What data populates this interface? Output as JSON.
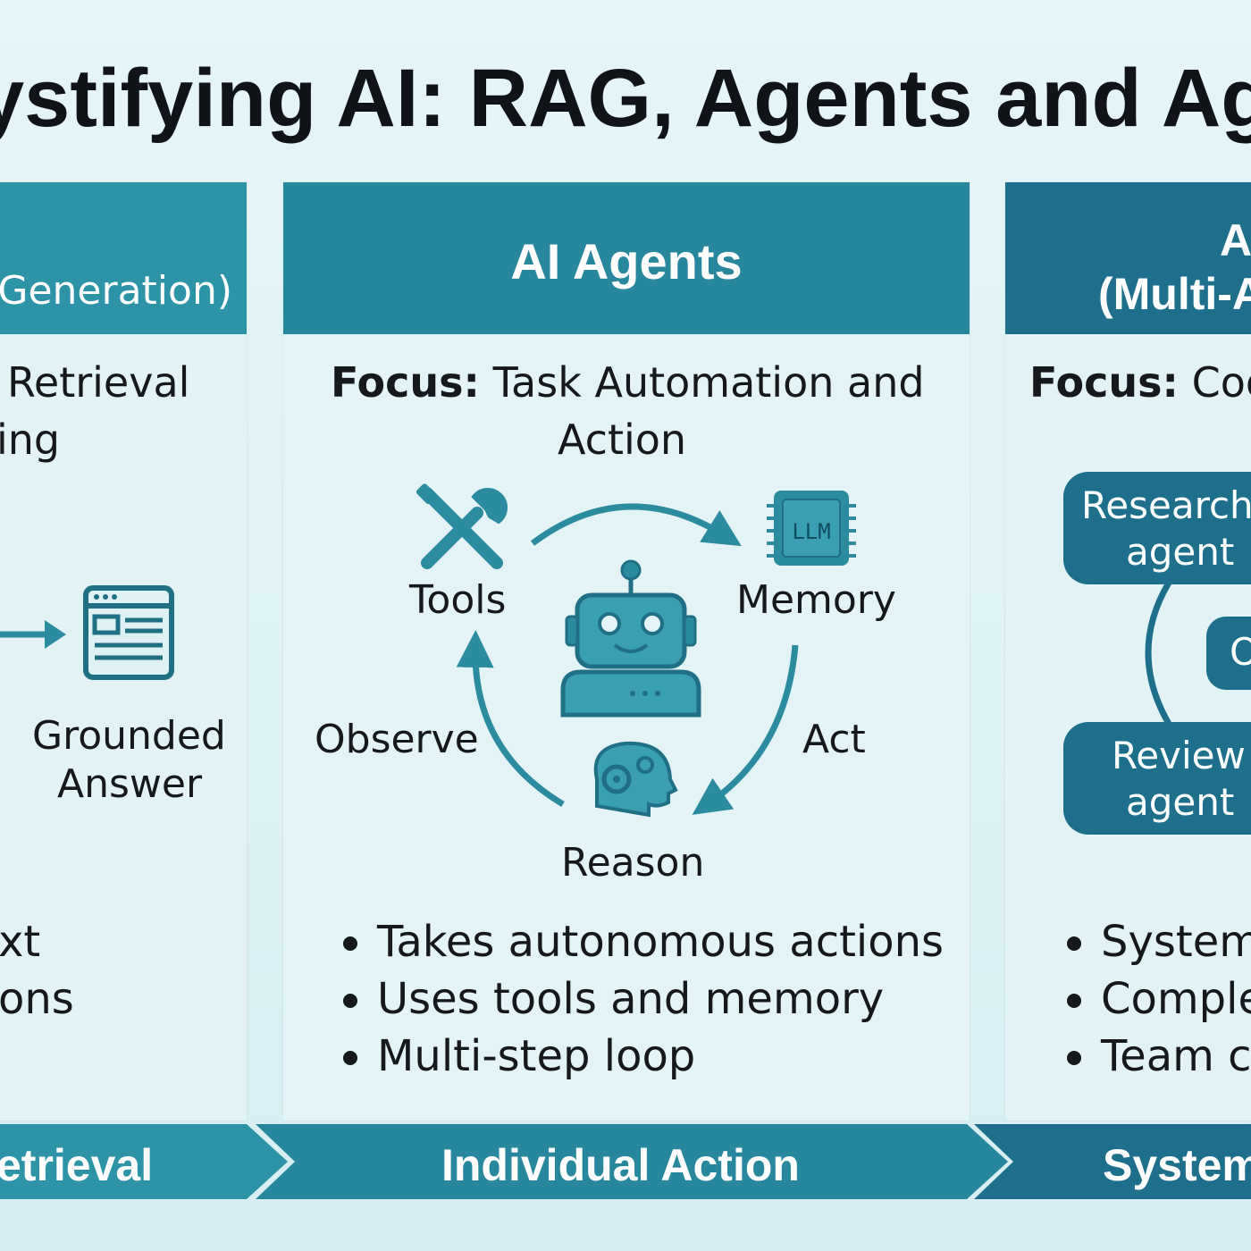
{
  "title": "ystifying AI: RAG, Agents and Agen",
  "colors": {
    "background": "#dff1f4",
    "teal_light": "#2d93a7",
    "teal_mid": "#27879d",
    "teal_dark": "#1e6f8c",
    "icon": "#2b8ca0"
  },
  "left": {
    "header_line": "Generation)",
    "focus_line1": "Retrieval",
    "focus_line2": "ing",
    "answer_label_1": "Grounded",
    "answer_label_2": "Answer",
    "bullet_1": "xt",
    "bullet_2": "ons",
    "icons": [
      "arrow-icon",
      "document-icon"
    ]
  },
  "middle": {
    "header": "AI Agents",
    "focus_key": "Focus:",
    "focus_text_1": " Task Automation and",
    "focus_text_2": "Action",
    "nodes": {
      "tools": "Tools",
      "memory": "Memory",
      "observe": "Observe",
      "act": "Act",
      "reason": "Reason",
      "llm_chip": "LLM"
    },
    "bullets": [
      "Takes autonomous actions",
      "Uses tools and memory",
      "Multi-step loop"
    ]
  },
  "right": {
    "header_1": "A",
    "header_2": "(Multi-A",
    "focus_key": "Focus:",
    "focus_text": " Coo",
    "boxes": {
      "research_1": "Research",
      "research_2": "agent",
      "center": "O",
      "review_1": "Review",
      "review_2": "agent"
    },
    "bullets": [
      "System",
      "Comple",
      "Team c"
    ]
  },
  "progression": [
    "etrieval",
    "Individual Action",
    "System"
  ]
}
